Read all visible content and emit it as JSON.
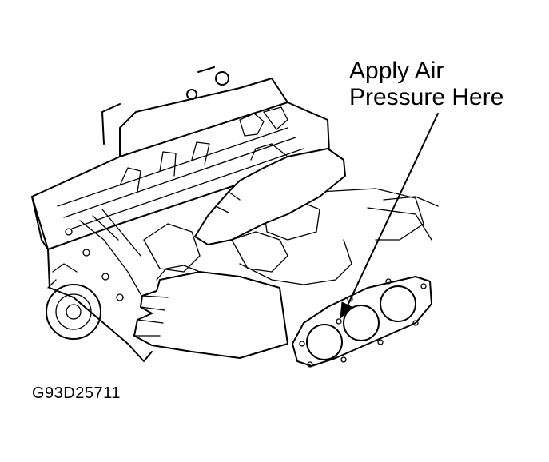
{
  "callout": {
    "line1": "Apply Air",
    "line2": "Pressure Here"
  },
  "figure_id": "G93D25711",
  "icons": {
    "engine": "engine-block-illustration",
    "gasket": "head-gasket-illustration",
    "hands": "hands-illustration",
    "arrow": "leader-arrow"
  }
}
